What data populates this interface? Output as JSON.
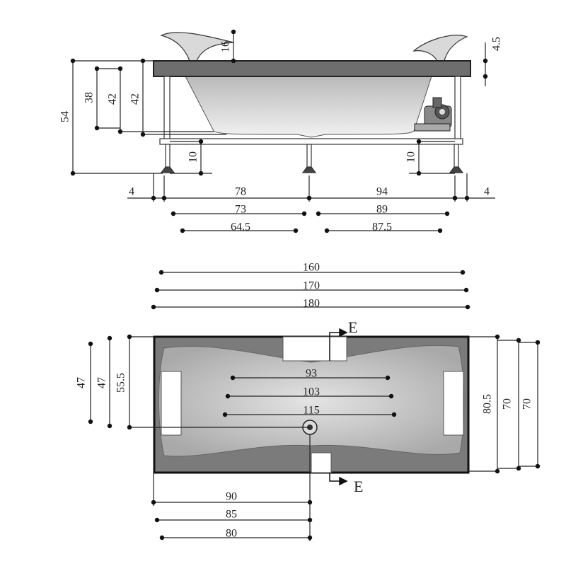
{
  "side_view": {
    "headrest_height": "16",
    "rim_thickness": "4.5",
    "total_height": "54",
    "inner_depth_1": "38",
    "inner_depth_2": "42",
    "inner_depth_3": "42",
    "leg_adjust_left": "10",
    "leg_adjust_right": "10",
    "edge_left": "4",
    "span_left_1": "78",
    "span_right_1": "94",
    "edge_right": "4",
    "span_left_2": "73",
    "span_right_2": "89",
    "span_left_3": "64.5",
    "span_right_3": "87.5"
  },
  "plan_view": {
    "inner_length": "160",
    "mid_length": "170",
    "outer_length": "180",
    "section_marker_top": "E",
    "section_marker_bottom": "E",
    "drain_offset_1": "47",
    "drain_offset_2": "47",
    "drain_offset_3": "55.5",
    "basin_width_1": "93",
    "basin_width_2": "103",
    "basin_width_3": "115",
    "outer_width": "80.5",
    "inner_width_1": "70",
    "inner_width_2": "70",
    "drain_pos_1": "90",
    "drain_pos_2": "85",
    "drain_pos_3": "80"
  },
  "colors": {
    "rim": "#6e6e6e",
    "basin": "#cfcfcf",
    "deck": "#7b7b7b"
  }
}
